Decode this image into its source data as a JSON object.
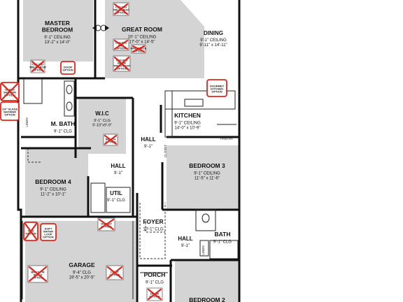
{
  "rooms": [
    {
      "id": "master-bedroom",
      "name": [
        "MASTER",
        "BEDROOM"
      ],
      "dims": [
        "9'-1\" CEILING",
        "13'-2\" x 14'-0\""
      ]
    },
    {
      "id": "great-room",
      "name": [
        "GREAT ROOM"
      ],
      "dims": [
        "10'-1\" CEILING",
        "17'-0\" x 14'-5\""
      ]
    },
    {
      "id": "dining",
      "name": [
        "DINING"
      ],
      "dims": [
        "9'-1\" CEILING",
        "9'-11\" x 14'-11\""
      ]
    },
    {
      "id": "kitchen",
      "name": [
        "KITCHEN"
      ],
      "dims": [
        "9'-1\" CEILING",
        "14'-0\" x 10'-9\""
      ]
    },
    {
      "id": "m-bath",
      "name": [
        "M. BATH"
      ],
      "dims": [
        "9'-1\" CLG"
      ]
    },
    {
      "id": "wic",
      "name": [
        "W.I.C"
      ],
      "dims": [
        "9'-1\" CLG",
        "9'-10\"x9'-9\""
      ]
    },
    {
      "id": "hall-1",
      "name": [
        "HALL"
      ],
      "dims": [
        "9'-1\""
      ]
    },
    {
      "id": "hall-2",
      "name": [
        "HALL"
      ],
      "dims": [
        "9'-1\""
      ]
    },
    {
      "id": "hall-3",
      "name": [
        "HALL"
      ],
      "dims": [
        "9'-1\""
      ]
    },
    {
      "id": "bedroom-3",
      "name": [
        "BEDROOM 3"
      ],
      "dims": [
        "9'-1\" CEILING",
        "11'-5\" x 11'-6\""
      ]
    },
    {
      "id": "bedroom-4",
      "name": [
        "BEDROOM 4"
      ],
      "dims": [
        "9'-1\" CEILING",
        "11'-2\" x 10'-1\""
      ]
    },
    {
      "id": "util",
      "name": [
        "UTIL"
      ],
      "dims": [
        "9'-1\" CLG"
      ]
    },
    {
      "id": "foyer",
      "name": [
        "FOYER"
      ],
      "dims": [
        "10'-1\" CLG"
      ]
    },
    {
      "id": "bath",
      "name": [
        "BATH"
      ],
      "dims": [
        "9'-1\" CLG"
      ]
    },
    {
      "id": "garage",
      "name": [
        "GARAGE"
      ],
      "dims": [
        "9'-4\" CLG",
        "19'-5\" x 20'-5\""
      ]
    },
    {
      "id": "porch",
      "name": [
        "PORCH"
      ],
      "dims": [
        "9'-1\" CLG"
      ]
    },
    {
      "id": "bedroom-2",
      "name": [
        "BEDROOM 2"
      ],
      "dims": []
    }
  ],
  "small_labels": {
    "linen": "LINEN",
    "closet": "CLOSET",
    "pantry": "PANTRY"
  },
  "options": [
    {
      "id": "ceiling-treatment-top",
      "lines": [
        "CEILING",
        "TREATMENT",
        "OPTION"
      ],
      "crossed": true,
      "circled": false
    },
    {
      "id": "great-room-opt-2",
      "lines": [
        "CEILING",
        "FAN",
        "OPTION"
      ],
      "crossed": true,
      "circled": false
    },
    {
      "id": "fireplace",
      "lines": [
        "FIREPLACE",
        "OPTION"
      ],
      "crossed": true,
      "circled": false
    },
    {
      "id": "ceiling-beam",
      "lines": [
        "CEILING",
        "BEAM",
        "TREATMENT",
        "OPTION"
      ],
      "crossed": true,
      "circled": false
    },
    {
      "id": "master-ceiling-treatment",
      "lines": [
        "CEILING",
        "TREATMENT",
        "OPTION"
      ],
      "crossed": true,
      "circled": false
    },
    {
      "id": "door-option",
      "lines": [
        "DOOR",
        "OPTION"
      ],
      "crossed": false,
      "circled": true
    },
    {
      "id": "gourmet-kitchen",
      "lines": [
        "GOURMET",
        "KITCHEN",
        "OPTION"
      ],
      "crossed": false,
      "circled": true
    },
    {
      "id": "glass-shower-1",
      "lines": [
        "GLASS",
        "SHOWER",
        "OPTION"
      ],
      "crossed": true,
      "circled": true
    },
    {
      "id": "glass-shower-2",
      "lines": [
        "1/4\" GLASS",
        "SHOWER",
        "OPTION"
      ],
      "crossed": false,
      "circled": true
    },
    {
      "id": "wic-option",
      "lines": [
        "BENCH",
        "OPTION"
      ],
      "crossed": true,
      "circled": false
    },
    {
      "id": "gas-option",
      "lines": [
        "GAS",
        "OPTION"
      ],
      "crossed": true,
      "circled": true
    },
    {
      "id": "soft-water",
      "lines": [
        "SOFT",
        "WATER",
        "LOOP",
        "OPTION"
      ],
      "crossed": false,
      "circled": true
    },
    {
      "id": "garage-outlet",
      "lines": [
        "OUTLET",
        "OPTION"
      ],
      "crossed": true,
      "circled": false
    },
    {
      "id": "built-in",
      "lines": [
        "BUILT - IN",
        "SHELF",
        "OPTION"
      ],
      "crossed": true,
      "circled": false
    },
    {
      "id": "garage-light",
      "lines": [
        "LIGHT",
        "OPTION"
      ],
      "crossed": true,
      "circled": false
    },
    {
      "id": "porch-option",
      "lines": [
        "DOOR",
        "OPTION"
      ],
      "crossed": true,
      "circled": false
    }
  ],
  "colors": {
    "room_fill": "#d4d4d4",
    "highlight": "#e0261a",
    "wall": "#111111"
  }
}
